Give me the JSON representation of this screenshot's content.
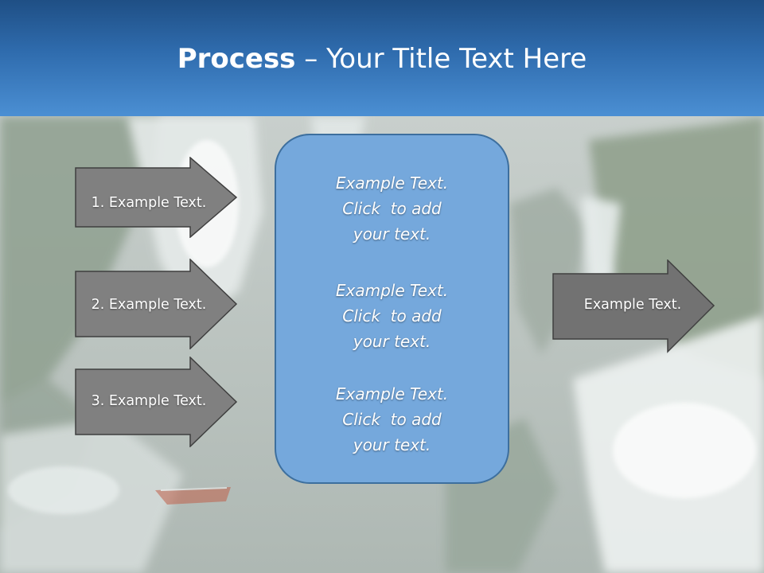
{
  "slide": {
    "title_strong": "Process",
    "title_rest": " – Your Title Text Here"
  },
  "inputs": [
    {
      "label": "1. Example Text."
    },
    {
      "label": "2. Example Text."
    },
    {
      "label": "3. Example Text."
    }
  ],
  "center_box": {
    "paragraphs": [
      "Example Text.\nClick  to add\nyour text.",
      "Example Text.\nClick  to add\nyour text.",
      "Example Text.\nClick  to add\nyour text."
    ]
  },
  "output": {
    "label": "Example Text."
  },
  "colors": {
    "title_bar_top": "#1f4f85",
    "title_bar_bottom": "#4b8fd3",
    "arrow_fill": "#808080",
    "output_arrow_fill": "#727272",
    "box_fill": "#75a8dc",
    "box_border": "#3d6f9e"
  }
}
